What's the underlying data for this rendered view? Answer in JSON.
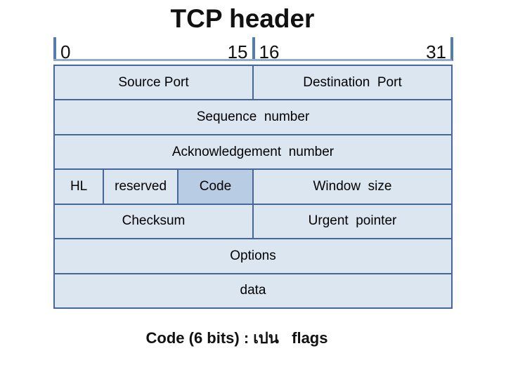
{
  "title": "TCP header",
  "colors": {
    "cell_fill": "#dce6f1",
    "code_cell_fill": "#b8cce4",
    "table_border": "#44689b",
    "scale_bar": "#527dae",
    "scale_line": "#8fabc9",
    "text": "#000000"
  },
  "bit_scale": {
    "left": "0",
    "mid_left": "15",
    "mid_right": "16",
    "right": "31"
  },
  "header_table": {
    "rows": [
      {
        "cells": [
          {
            "label": "Source Port",
            "w": 50
          },
          {
            "label": "Destination  Port",
            "w": 50
          }
        ]
      },
      {
        "cells": [
          {
            "label": "Sequence  number",
            "w": 100
          }
        ]
      },
      {
        "cells": [
          {
            "label": "Acknowledgement  number",
            "w": 100
          }
        ]
      },
      {
        "cells": [
          {
            "label": "HL",
            "w": 12.4
          },
          {
            "label": "reserved",
            "w": 18.7
          },
          {
            "label": "Code",
            "w": 18.9,
            "highlight": true
          },
          {
            "label": "Window  size",
            "w": 50
          }
        ]
      },
      {
        "cells": [
          {
            "label": "Checksum",
            "w": 50
          },
          {
            "label": "Urgent  pointer",
            "w": 50
          }
        ]
      },
      {
        "cells": [
          {
            "label": "Options",
            "w": 100
          }
        ]
      },
      {
        "cells": [
          {
            "label": "data",
            "w": 100
          }
        ]
      }
    ]
  },
  "caption": "Code (6 bits) : เปน   flags"
}
